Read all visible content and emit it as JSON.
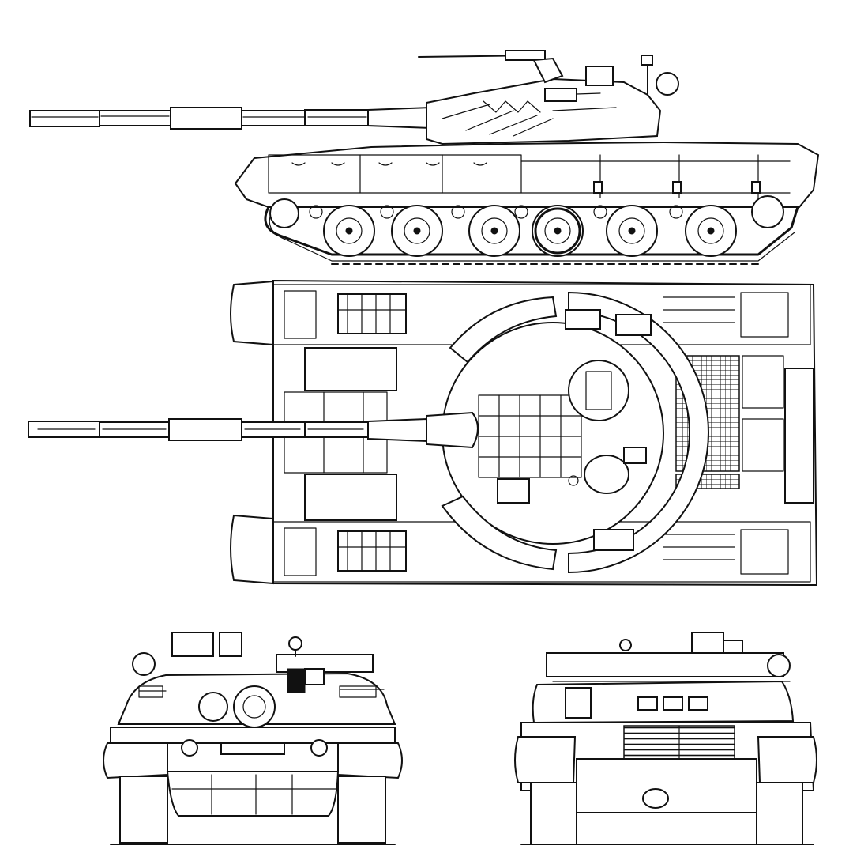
{
  "drawing": {
    "views": [
      "side-view",
      "top-view",
      "front-view",
      "rear-view"
    ],
    "colors": {
      "line": "#111111",
      "background": "#ffffff"
    }
  }
}
